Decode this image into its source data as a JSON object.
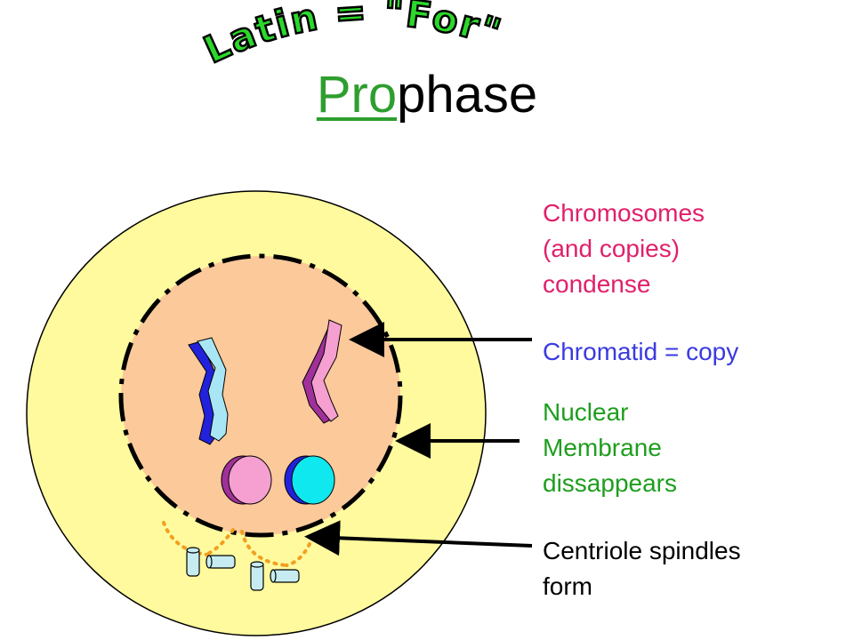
{
  "banner": {
    "text": "Latin = \"For\""
  },
  "title": {
    "prefix": "Pro",
    "suffix": "phase"
  },
  "labels": {
    "chromosomes": "Chromosomes\n(and copies)\ncondense",
    "chromatid": "Chromatid = copy",
    "membrane": "Nuclear\nMembrane\ndissappears",
    "centriole": "Centriole spindles\nform"
  },
  "colors": {
    "cytoplasm": "#fffa9e",
    "nucleus": "#fcc99b",
    "title_pro": "#2e9e2e",
    "banner_fill": "#2bd82b",
    "chromatid_blue": "#2222dd",
    "chromatid_light_blue": "#a8e6f5",
    "chromatid_pink": "#f5a0d0",
    "chromatid_purple": "#a0309a",
    "centromere_cyan": "#10e8f0",
    "centriole": "#c6ecf2",
    "spindle": "#f0a020"
  }
}
